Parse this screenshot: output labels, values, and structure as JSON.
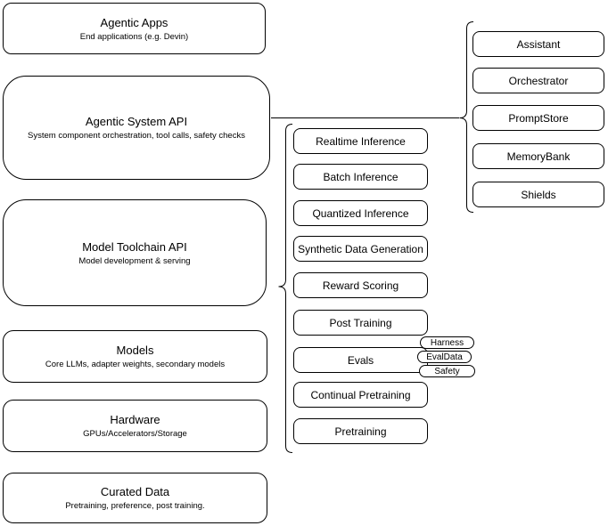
{
  "stack": [
    {
      "title": "Agentic Apps",
      "subtitle": "End applications (e.g. Devin)"
    },
    {
      "title": "Agentic System API",
      "subtitle": "System component orchestration, tool calls, safety checks"
    },
    {
      "title": "Model Toolchain API",
      "subtitle": "Model development & serving"
    },
    {
      "title": "Models",
      "subtitle": "Core LLMs, adapter weights, secondary models"
    },
    {
      "title": "Hardware",
      "subtitle": "GPUs/Accelerators/Storage"
    },
    {
      "title": "Curated Data",
      "subtitle": "Pretraining, preference, post training."
    }
  ],
  "toolchain": {
    "items": [
      "Realtime Inference",
      "Batch Inference",
      "Quantized Inference",
      "Synthetic Data Generation",
      "Reward Scoring",
      "Post Training",
      "Evals",
      "Continual Pretraining",
      "Pretraining"
    ]
  },
  "evals_tags": [
    "Harness",
    "EvalData",
    "Safety"
  ],
  "agentic_components": [
    "Assistant",
    "Orchestrator",
    "PromptStore",
    "MemoryBank",
    "Shields"
  ],
  "colors": {
    "stroke": "#000000",
    "fill": "#ffffff",
    "text": "#000000"
  }
}
